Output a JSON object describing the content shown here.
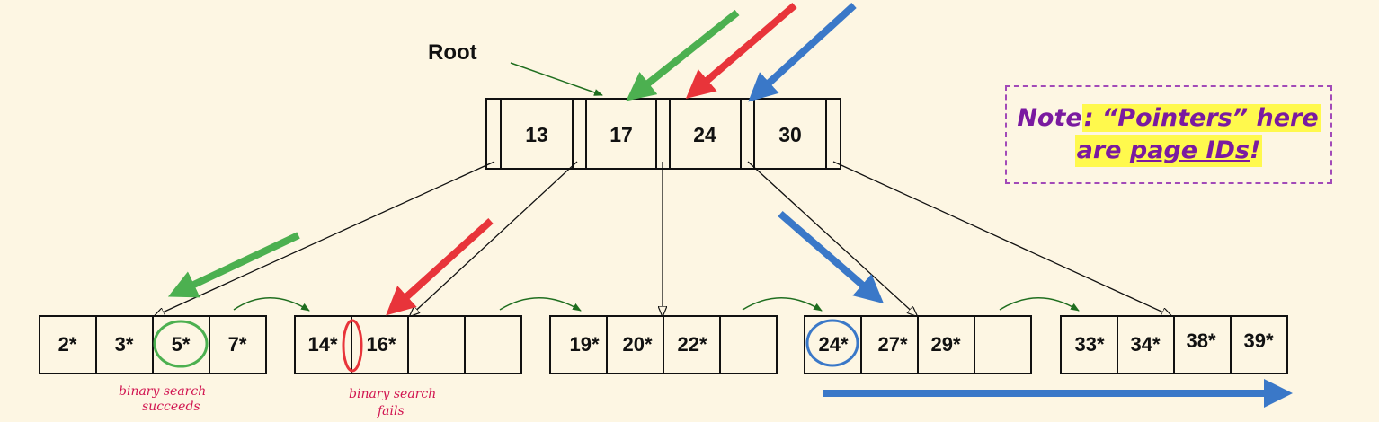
{
  "root_label": "Root",
  "root_keys": [
    "13",
    "17",
    "24",
    "30"
  ],
  "leaves": [
    [
      "2*",
      "3*",
      "5*",
      "7*"
    ],
    [
      "14*",
      "16*",
      "",
      ""
    ],
    [
      "19*",
      "20*",
      "22*",
      ""
    ],
    [
      "24*",
      "27*",
      "29*",
      ""
    ],
    [
      "33*",
      "34*",
      "38*",
      "39*"
    ]
  ],
  "note": {
    "label": "Note",
    "line1_rest": ": “Pointers” here",
    "line2_pre": "are ",
    "line2_underlined": "page IDs",
    "line2_post": "!"
  },
  "annotations": {
    "success": [
      "binary search",
      "succeeds"
    ],
    "failure": [
      "binary search",
      "fails"
    ]
  },
  "colors": {
    "green": "#4cb050",
    "red": "#e8343a",
    "blue": "#3a78c8",
    "note_text": "#7a1aa0",
    "highlight": "#fff94d"
  }
}
